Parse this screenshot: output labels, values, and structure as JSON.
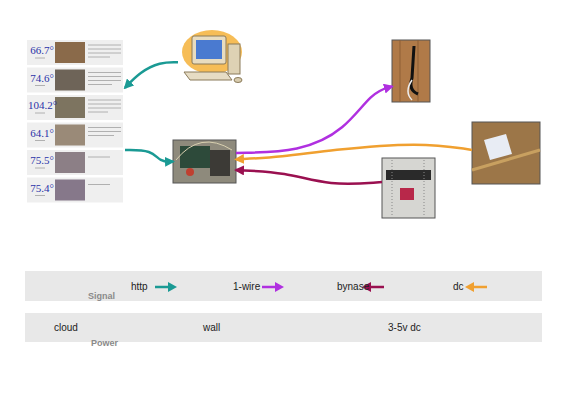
{
  "diagram": {
    "nodes": [
      {
        "text": []
      },
      {
        "text": [
          "66.7°"
        ],
        "in": 0
      },
      {
        "text": [
          "74.6°"
        ],
        "in": 0
      },
      {
        "text": [
          "104.2°"
        ],
        "in": 0
      },
      {
        "text": [
          "64.1°"
        ],
        "in": 0
      },
      {
        "text": [
          "75.5°"
        ],
        "in": 0
      },
      {
        "text": [
          "75.4°"
        ],
        "in": 0
      },
      {
        "text": []
      },
      {
        "text": []
      },
      {
        "text": []
      },
      {
        "text": []
      },
      {
        "text": []
      }
    ],
    "edges": [
      {
        "from": 7,
        "to": 0,
        "arrow": "to"
      },
      {
        "from": 0,
        "to": 9,
        "arrow": "to"
      },
      {
        "from": 9,
        "to": 8,
        "arrow": "to"
      },
      {
        "from": 10,
        "to": 9,
        "arrow": "to"
      },
      {
        "from": 11,
        "to": 9,
        "arrow": "to"
      }
    ],
    "labels": [
      "Signal",
      "cloud",
      "wall",
      "3-5v dc",
      "Power"
    ],
    "legend": [
      {
        "text": "http"
      },
      {
        "text": "1-wire"
      },
      {
        "text": "bynase"
      },
      {
        "text": "dc"
      }
    ]
  }
}
